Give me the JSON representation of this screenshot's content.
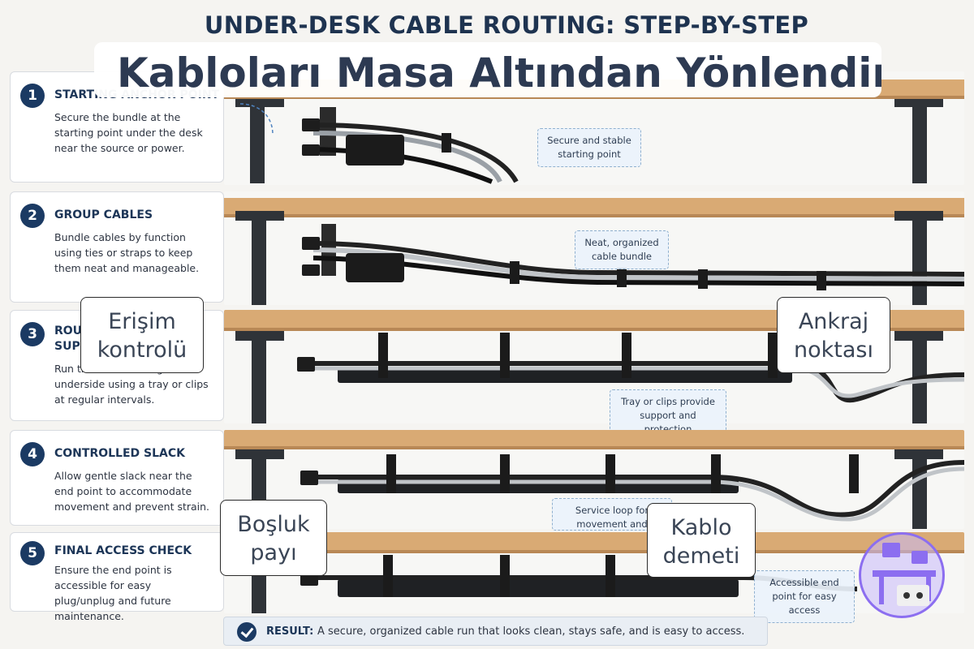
{
  "title": "UNDER-DESK CABLE ROUTING: STEP-BY-STEP",
  "overlay_title": "Kabloları Masa Altından Yönlendirin",
  "steps": [
    {
      "number": "1",
      "heading": "STARTING ANCHOR POINT",
      "body": "Secure the bundle at the starting point under the desk near the source or power."
    },
    {
      "number": "2",
      "heading": "GROUP CABLES",
      "body": "Bundle cables by function using ties or straps to keep them neat and manageable."
    },
    {
      "number": "3",
      "heading": "ROUTE ALONG SUPPORTS",
      "body": "Run the bundle along the underside using a tray or clips at regular intervals."
    },
    {
      "number": "4",
      "heading": "CONTROLLED SLACK",
      "body": "Allow gentle slack near the end point to accommodate movement and prevent strain."
    },
    {
      "number": "5",
      "heading": "FINAL ACCESS CHECK",
      "body": "Ensure the end point is accessible for easy plug/unplug and future maintenance."
    }
  ],
  "callouts": {
    "c1": "Secure and stable starting point",
    "c2": "Neat, organized cable bundle",
    "c3": "Tray or clips provide support and protection",
    "c4": "Service loop for movement and flexibility",
    "c5": "Accessible end point for easy access"
  },
  "result": {
    "label": "RESULT:",
    "text": "A secure, organized cable run that looks clean, stays safe, and is easy to access."
  },
  "labels": {
    "erisim_kontrolu": "Erişim kontrolü",
    "ankraj_noktasi": "Ankraj noktası",
    "bosluk_payi": "Boşluk payı",
    "kablo_demeti": "Kablo demeti"
  },
  "colors": {
    "desk_wood": "#d9aa74",
    "desk_frame": "#2f3338",
    "step_badge": "#1b3a63",
    "callout_border": "#8fb0cf",
    "logo_purple": "#8c6ef0"
  }
}
